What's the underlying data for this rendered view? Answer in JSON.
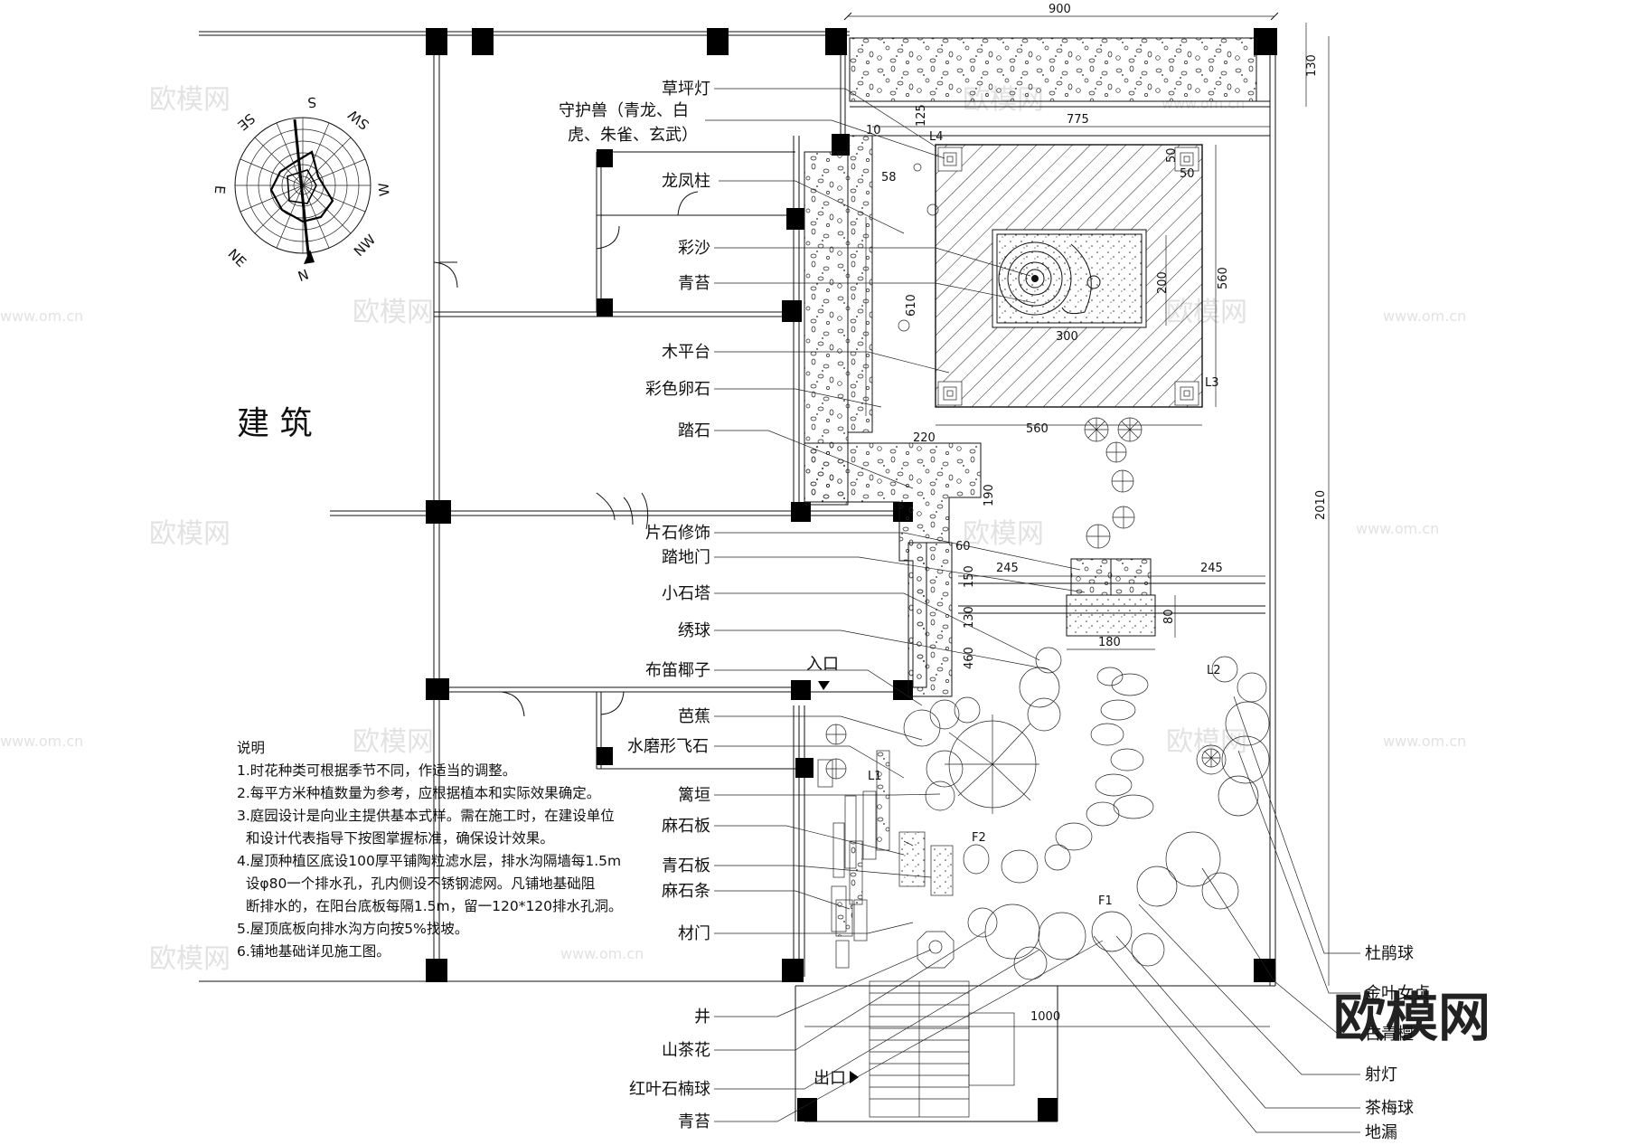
{
  "building_label": "建  筑",
  "compass": {
    "S": "S",
    "SE": "SE",
    "SW": "SW",
    "E": "E",
    "W": "W",
    "NE": "NE",
    "NW": "NW",
    "N": "N"
  },
  "dimensions": {
    "top": "900",
    "side_top": "130",
    "inner_top": "775",
    "d125": "125",
    "d10": "10",
    "d58": "58",
    "d50a": "50",
    "d50b": "50",
    "d200": "200",
    "d560v": "560",
    "d300": "300",
    "d610": "610",
    "d220": "220",
    "d560h": "560",
    "d190": "190",
    "d60": "60",
    "d245a": "245",
    "d245b": "245",
    "d80": "80",
    "d180": "180",
    "d2010": "2010",
    "d1000": "1000",
    "d150": "150",
    "d130": "130",
    "d460": "460"
  },
  "tags": {
    "L1": "L1",
    "L2": "L2",
    "L3": "L3",
    "L4": "L4",
    "F1": "F1",
    "F2": "F2"
  },
  "left_labels": [
    "草坪灯",
    "守护兽（青龙、白",
    "虎、朱雀、玄武）",
    "龙凤柱",
    "彩沙",
    "青苔",
    "木平台",
    "彩色卵石",
    "踏石",
    "片石修饰",
    "踏地门",
    "小石塔",
    "绣球",
    "布笛椰子",
    "芭蕉",
    "水磨形飞石",
    "篱垣",
    "麻石板",
    "青石板",
    "麻石条",
    "材门",
    "井",
    "山茶花",
    "红叶石楠球",
    "青苔"
  ],
  "right_labels": [
    "杜鹃球",
    "金叶女贞",
    "古青檀",
    "射灯",
    "茶梅球",
    "地漏"
  ],
  "entrance": "入口",
  "exit": "出口",
  "notes": {
    "title": "说明",
    "lines": [
      "1.时花种类可根据季节不同，作适当的调整。",
      "2.每平方米种植数量为参考，应根据植本和实际效果确定。",
      "3.庭园设计是向业主提供基本式样。需在施工时，在建设单位",
      "  和设计代表指导下按图掌握标准，确保设计效果。",
      "4.屋顶种植区底设100厚平铺陶粒滤水层，排水沟隔墙每1.5m",
      "  设φ80一个排水孔，孔内侧设不锈钢滤网。凡铺地基础阻",
      "  断排水的，在阳台底板每隔1.5m，留一120*120排水孔洞。",
      "5.屋顶底板向排水沟方向按5%找坡。",
      "6.铺地基础详见施工图。"
    ]
  },
  "watermark": "欧模网",
  "watermark_url": "www.om.cn"
}
